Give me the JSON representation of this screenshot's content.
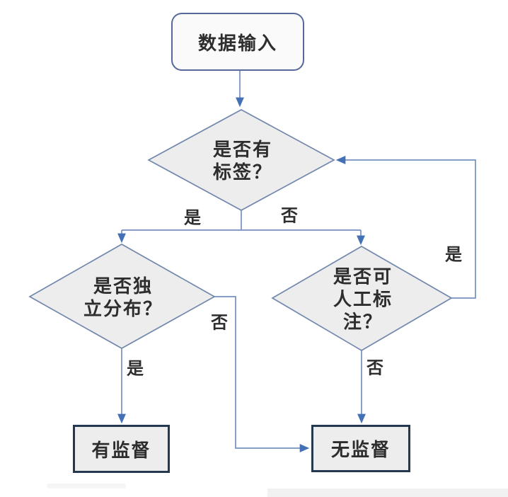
{
  "diagram_type": "flowchart",
  "nodes": {
    "start": {
      "label": "数据输入",
      "shape": "rounded-rectangle"
    },
    "has_labels": {
      "label": "是否有\n标签？",
      "shape": "diamond"
    },
    "independent_distribution": {
      "label": "是否独\n立分布？",
      "shape": "diamond"
    },
    "manual_annotation": {
      "label": "是否可\n人工标\n注？",
      "shape": "diamond"
    },
    "supervised": {
      "label": "有监督",
      "shape": "rectangle"
    },
    "unsupervised": {
      "label": "无监督",
      "shape": "rectangle"
    }
  },
  "edges": {
    "start_to_has_labels": {
      "label": ""
    },
    "has_labels_yes": {
      "label": "是"
    },
    "has_labels_no": {
      "label": "否"
    },
    "independent_yes": {
      "label": "是"
    },
    "independent_no": {
      "label": "否"
    },
    "annotation_no": {
      "label": "否"
    },
    "annotation_yes_loop": {
      "label": "是"
    }
  },
  "colors": {
    "connector": "#7490bd",
    "arrowhead": "#4471b5",
    "diamond_fill": "#ededee",
    "diamond_stroke": "#7188ad",
    "start_border": "#56699a",
    "terminal_border": "#24384f",
    "terminal_fill": "#ededed",
    "text": "#2d2d2d",
    "background": "#ffffff"
  }
}
